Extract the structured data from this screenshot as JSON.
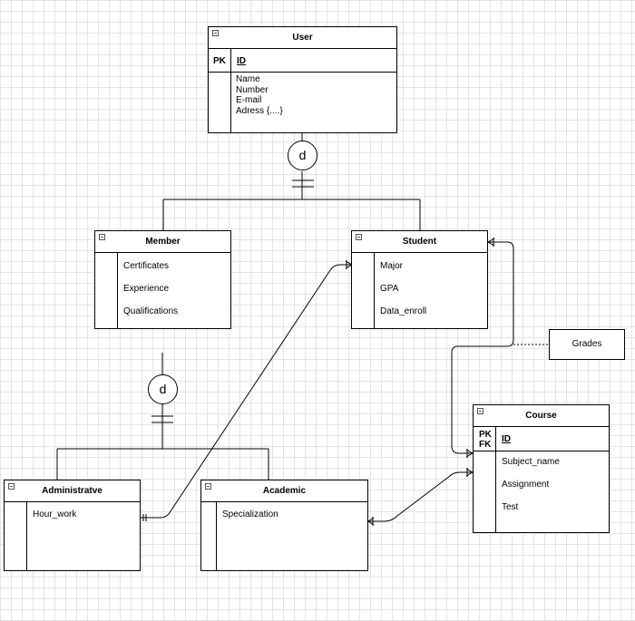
{
  "user": {
    "title": "User",
    "pk_label": "PK",
    "pk_field": "ID",
    "attributes": [
      "Name",
      "Number",
      "E-mail",
      "Adress {....}"
    ]
  },
  "member": {
    "title": "Member",
    "attributes": [
      "Certificates",
      "Experience",
      "Qualifications"
    ]
  },
  "student": {
    "title": "Student",
    "attributes": [
      "Major",
      "GPA",
      "Data_enroll"
    ]
  },
  "administrative": {
    "title": "Administratve",
    "attributes": [
      "Hour_work"
    ]
  },
  "academic": {
    "title": "Academic",
    "attributes": [
      "Specialization"
    ]
  },
  "course": {
    "title": "Course",
    "key_labels": [
      "PK",
      "FK"
    ],
    "pk_field": "ID",
    "attributes": [
      "Subject_name",
      "Assignment",
      "Test"
    ]
  },
  "grades": {
    "label": "Grades"
  },
  "disjoint_top": {
    "label": "d"
  },
  "disjoint_bottom": {
    "label": "d"
  }
}
